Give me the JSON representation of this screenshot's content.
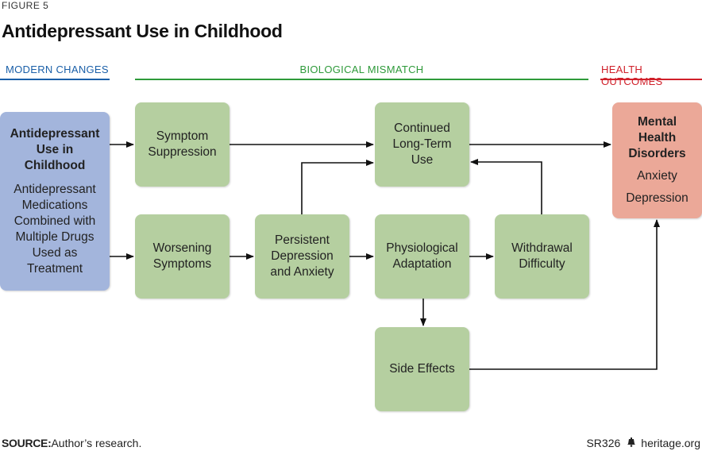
{
  "figure_label": "FIGURE 5",
  "title": "Antidepressant Use in Childhood",
  "sections": {
    "modern": {
      "label": "MODERN CHANGES",
      "color": "#1a5fa8"
    },
    "biological": {
      "label": "BIOLOGICAL MISMATCH",
      "color": "#2e9a3a"
    },
    "health": {
      "label": "HEALTH OUTCOMES",
      "color": "#d0202a"
    }
  },
  "boxes": {
    "antidepressant": {
      "title_lines": [
        "Antidepressant",
        "Use in",
        "Childhood"
      ],
      "body_lines": [
        "Antidepressant",
        "Medications",
        "Combined with",
        "Multiple Drugs",
        "Used as",
        "Treatment"
      ]
    },
    "symptom_suppression": {
      "lines": [
        "Symptom",
        "Suppression"
      ]
    },
    "worsening": {
      "lines": [
        "Worsening",
        "Symptoms"
      ]
    },
    "persistent": {
      "lines": [
        "Persistent",
        "Depression",
        "and Anxiety"
      ]
    },
    "continued": {
      "lines": [
        "Continued",
        "Long-Term",
        "Use"
      ]
    },
    "physiological": {
      "lines": [
        "Physiological",
        "Adaptation"
      ]
    },
    "withdrawal": {
      "lines": [
        "Withdrawal",
        "Difficulty"
      ]
    },
    "side_effects": {
      "lines": [
        "Side Effects"
      ]
    },
    "mental_health": {
      "title_lines": [
        "Mental",
        "Health",
        "Disorders"
      ],
      "items": [
        "Anxiety",
        "Depression"
      ]
    }
  },
  "colors": {
    "green_box": "#b5cfa0",
    "blue_box": "#a3b5dc",
    "salmon_box": "#eba898",
    "arrow": "#111111"
  },
  "footer": {
    "source_label": "SOURCE:",
    "source_text": "Author’s research.",
    "report_id": "SR326",
    "site": "heritage.org",
    "icon": "liberty-bell-icon"
  }
}
